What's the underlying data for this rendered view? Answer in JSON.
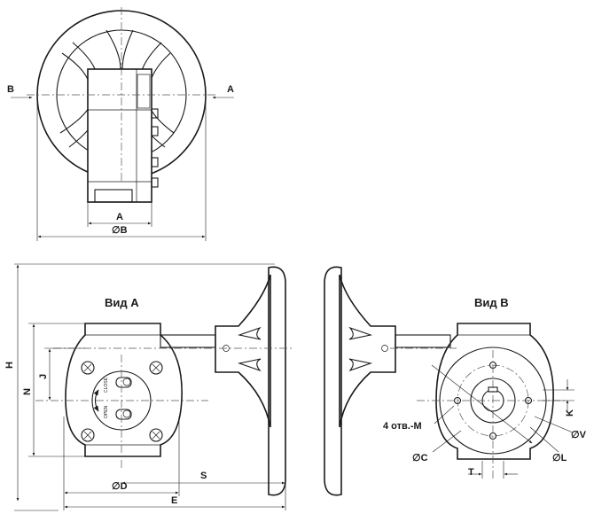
{
  "views": {
    "view_a_title": "Вид А",
    "view_b_title": "Вид В",
    "arrow_b": "B",
    "arrow_a": "A"
  },
  "dimensions": {
    "A": "A",
    "B": "∅B",
    "H": "H",
    "N": "N",
    "J": "J",
    "S": "S",
    "D": "∅D",
    "E": "E",
    "K": "K",
    "V": "∅V",
    "L": "∅L",
    "C": "∅C",
    "T": "T",
    "M": "4 отв.-M"
  },
  "indicator": {
    "close": "CLOSE",
    "open": "OPEN"
  }
}
